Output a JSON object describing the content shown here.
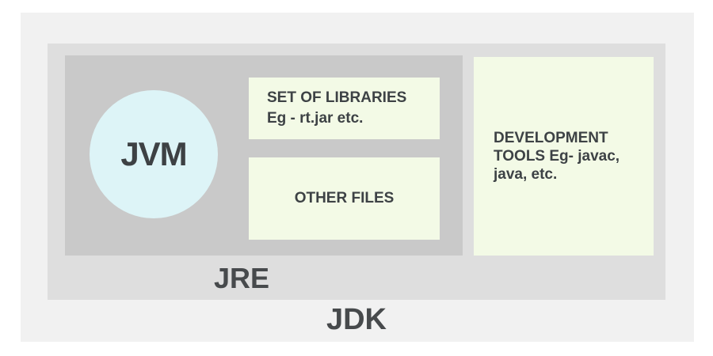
{
  "diagram": {
    "jdk": {
      "label": "JDK"
    },
    "jre": {
      "label": "JRE"
    },
    "jvm": {
      "label": "JVM"
    },
    "libraries": {
      "line1": "SET OF LIBRARIES",
      "line2": "Eg - rt.jar etc."
    },
    "other_files": {
      "label": "OTHER FILES"
    },
    "development_tools": {
      "label": "DEVELOPMENT TOOLS Eg- javac, java, etc."
    },
    "colors": {
      "page_background": "#ffffff",
      "jdk_box": "#f1f1f1",
      "jre_box": "#dedede",
      "runtime_box": "#c9c9c9",
      "content_box": "#f3fae6",
      "jvm_circle": "#ddf4f7",
      "text": "#43474a"
    }
  }
}
